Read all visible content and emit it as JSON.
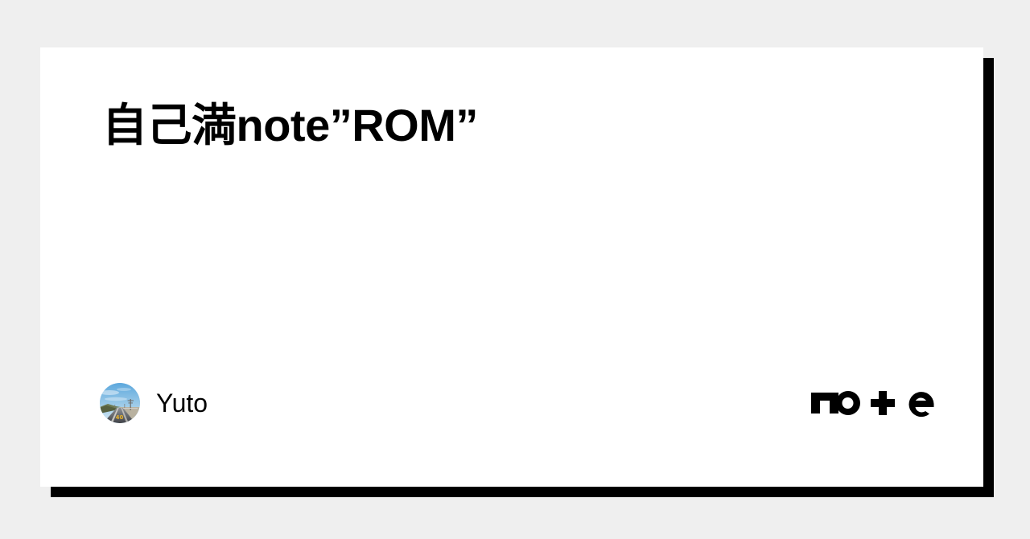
{
  "page": {
    "background_color": "#efefef"
  },
  "card": {
    "background_color": "#ffffff",
    "shadow_color": "#000000",
    "title": "自己満note”ROM”",
    "author": {
      "name": "Yuto",
      "avatar_alt": "road-and-sky-photo"
    },
    "brand": {
      "name": "note",
      "logo_color": "#000000",
      "letters": [
        "n",
        "o",
        "t",
        "e"
      ]
    }
  }
}
